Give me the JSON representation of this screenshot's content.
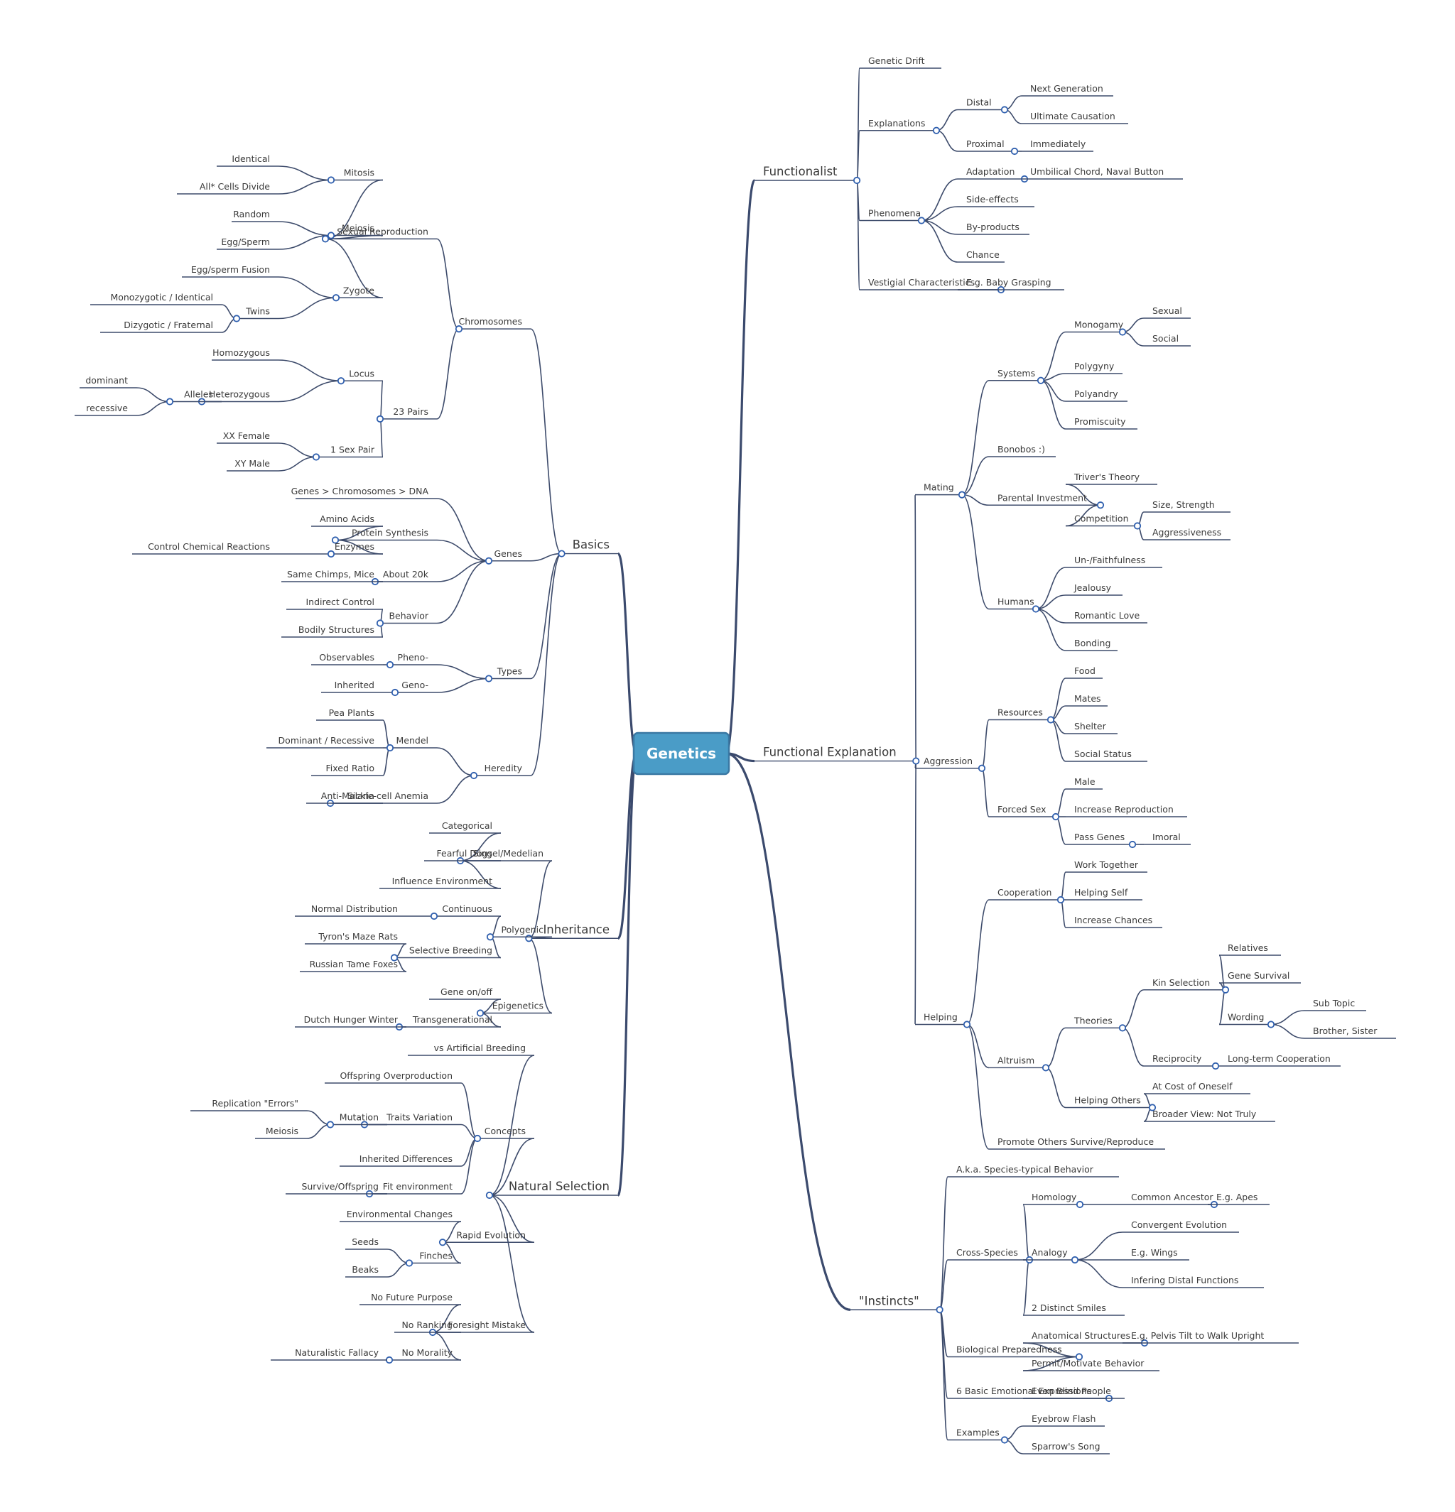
{
  "root": "Genetics",
  "colors": {
    "root_fill": "#4a9cc7",
    "line": "#3d4b6b",
    "dot": "#2f5fae"
  },
  "left": [
    {
      "label": "Basics",
      "children": [
        {
          "label": "Chromosomes",
          "children": [
            {
              "label": "Sexual Reproduction",
              "children": [
                {
                  "label": "Mitosis",
                  "children": [
                    {
                      "label": "Identical"
                    },
                    {
                      "label": "All* Cells Divide"
                    }
                  ]
                },
                {
                  "label": "Meiosis",
                  "children": [
                    {
                      "label": "Random"
                    },
                    {
                      "label": "Egg/Sperm"
                    }
                  ]
                },
                {
                  "label": "Zygote",
                  "children": [
                    {
                      "label": "Egg/sperm Fusion"
                    },
                    {
                      "label": "Twins",
                      "children": [
                        {
                          "label": "Monozygotic / Identical"
                        },
                        {
                          "label": "Dizygotic / Fraternal"
                        }
                      ]
                    }
                  ]
                }
              ]
            },
            {
              "label": "23 Pairs",
              "children": [
                {
                  "label": "Locus",
                  "children": [
                    {
                      "label": "Homozygous"
                    },
                    {
                      "label": "Heterozygous",
                      "children": [
                        {
                          "label": "Alleles",
                          "children": [
                            {
                              "label": "dominant"
                            },
                            {
                              "label": "recessive"
                            }
                          ]
                        }
                      ]
                    }
                  ]
                },
                {
                  "label": "1 Sex Pair",
                  "children": [
                    {
                      "label": "XX Female"
                    },
                    {
                      "label": "XY Male"
                    }
                  ]
                }
              ]
            }
          ]
        },
        {
          "label": "Genes",
          "children": [
            {
              "label": "Genes > Chromosomes > DNA"
            },
            {
              "label": "Protein Synthesis",
              "children": [
                {
                  "label": "Amino Acids"
                },
                {
                  "label": "Enzymes",
                  "children": [
                    {
                      "label": "Control Chemical Reactions"
                    }
                  ]
                }
              ]
            },
            {
              "label": "About 20k",
              "children": [
                {
                  "label": "Same Chimps, Mice"
                }
              ]
            },
            {
              "label": "Behavior",
              "children": [
                {
                  "label": "Indirect Control"
                },
                {
                  "label": "Bodily Structures"
                }
              ]
            }
          ]
        },
        {
          "label": "Types",
          "children": [
            {
              "label": "Pheno-",
              "children": [
                {
                  "label": "Observables"
                }
              ]
            },
            {
              "label": "Geno-",
              "children": [
                {
                  "label": "Inherited"
                }
              ]
            }
          ]
        },
        {
          "label": "Heredity",
          "children": [
            {
              "label": "Mendel",
              "children": [
                {
                  "label": "Pea Plants"
                },
                {
                  "label": "Dominant / Recessive"
                },
                {
                  "label": "Fixed Ratio"
                }
              ]
            },
            {
              "label": "Sickle-cell Anemia",
              "children": [
                {
                  "label": "Anti-Malaria"
                }
              ]
            }
          ]
        }
      ]
    },
    {
      "label": "Inheritance",
      "children": [
        {
          "label": "Singel/Medelian",
          "children": [
            {
              "label": "Categorical"
            },
            {
              "label": "Fearful Dogs"
            },
            {
              "label": "Influence Environment"
            }
          ]
        },
        {
          "label": "Polygenic",
          "children": [
            {
              "label": "Continuous",
              "children": [
                {
                  "label": "Normal Distribution"
                }
              ]
            },
            {
              "label": "Selective Breeding",
              "children": [
                {
                  "label": "Tyron's Maze Rats"
                },
                {
                  "label": "Russian Tame Foxes"
                }
              ]
            }
          ]
        },
        {
          "label": "Epigenetics",
          "children": [
            {
              "label": "Gene on/off"
            },
            {
              "label": "Transgenerational",
              "children": [
                {
                  "label": "Dutch Hunger Winter"
                }
              ]
            }
          ]
        }
      ]
    },
    {
      "label": "Natural Selection",
      "children": [
        {
          "label": "vs Artificial Breeding"
        },
        {
          "label": "Concepts",
          "children": [
            {
              "label": "Offspring Overproduction"
            },
            {
              "label": "Traits Variation",
              "children": [
                {
                  "label": "Mutation",
                  "children": [
                    {
                      "label": "Replication \"Errors\""
                    },
                    {
                      "label": "Meiosis"
                    }
                  ]
                }
              ]
            },
            {
              "label": "Inherited Differences"
            },
            {
              "label": "Fit environment",
              "children": [
                {
                  "label": "Survive/Offspring"
                }
              ]
            }
          ]
        },
        {
          "label": "Rapid Evolution",
          "children": [
            {
              "label": "Environmental Changes"
            },
            {
              "label": "Finches",
              "children": [
                {
                  "label": "Seeds"
                },
                {
                  "label": "Beaks"
                }
              ]
            }
          ]
        },
        {
          "label": "Foresight Mistake",
          "children": [
            {
              "label": "No Future Purpose"
            },
            {
              "label": "No Ranking"
            },
            {
              "label": "No Morality",
              "children": [
                {
                  "label": "Naturalistic Fallacy"
                }
              ]
            }
          ]
        }
      ]
    }
  ],
  "right": [
    {
      "label": "Functionalist",
      "children": [
        {
          "label": "Genetic Drift"
        },
        {
          "label": "Explanations",
          "children": [
            {
              "label": "Distal",
              "children": [
                {
                  "label": "Next Generation"
                },
                {
                  "label": "Ultimate Causation"
                }
              ]
            },
            {
              "label": "Proximal",
              "children": [
                {
                  "label": "Immediately"
                }
              ]
            }
          ]
        },
        {
          "label": "Phenomena",
          "children": [
            {
              "label": "Adaptation",
              "children": [
                {
                  "label": "Umbilical Chord, Naval Button"
                }
              ]
            },
            {
              "label": "Side-effects"
            },
            {
              "label": "By-products"
            },
            {
              "label": "Chance"
            }
          ]
        },
        {
          "label": "Vestigial Characteristics",
          "children": [
            {
              "label": "E.g. Baby Grasping"
            }
          ]
        }
      ]
    },
    {
      "label": "Functional Explanation",
      "children": [
        {
          "label": "Mating",
          "children": [
            {
              "label": "Systems",
              "children": [
                {
                  "label": "Monogamy",
                  "children": [
                    {
                      "label": "Sexual"
                    },
                    {
                      "label": "Social"
                    }
                  ]
                },
                {
                  "label": "Polygyny"
                },
                {
                  "label": "Polyandry"
                },
                {
                  "label": "Promiscuity"
                }
              ]
            },
            {
              "label": "Bonobos :)"
            },
            {
              "label": "Parental Investment",
              "children": [
                {
                  "label": "Triver's Theory"
                },
                {
                  "label": "Competition",
                  "children": [
                    {
                      "label": "Size, Strength"
                    },
                    {
                      "label": "Aggressiveness"
                    }
                  ]
                }
              ]
            },
            {
              "label": "Humans",
              "children": [
                {
                  "label": "Un-/Faithfulness"
                },
                {
                  "label": "Jealousy"
                },
                {
                  "label": "Romantic Love"
                },
                {
                  "label": "Bonding"
                }
              ]
            }
          ]
        },
        {
          "label": "Aggression",
          "children": [
            {
              "label": "Resources",
              "children": [
                {
                  "label": "Food"
                },
                {
                  "label": "Mates"
                },
                {
                  "label": "Shelter"
                },
                {
                  "label": "Social Status"
                }
              ]
            },
            {
              "label": "Forced Sex",
              "children": [
                {
                  "label": "Male"
                },
                {
                  "label": "Increase Reproduction"
                },
                {
                  "label": "Pass Genes",
                  "children": [
                    {
                      "label": "Imoral"
                    }
                  ]
                }
              ]
            }
          ]
        },
        {
          "label": "Helping",
          "children": [
            {
              "label": "Cooperation",
              "children": [
                {
                  "label": "Work Together"
                },
                {
                  "label": "Helping Self"
                },
                {
                  "label": "Increase Chances"
                }
              ]
            },
            {
              "label": "Altruism",
              "children": [
                {
                  "label": "Theories",
                  "children": [
                    {
                      "label": "Kin Selection",
                      "children": [
                        {
                          "label": "Relatives"
                        },
                        {
                          "label": "Gene Survival"
                        },
                        {
                          "label": "Wording",
                          "children": [
                            {
                              "label": "Sub Topic"
                            },
                            {
                              "label": "Brother, Sister"
                            }
                          ]
                        }
                      ]
                    },
                    {
                      "label": "Reciprocity",
                      "children": [
                        {
                          "label": "Long-term Cooperation"
                        }
                      ]
                    }
                  ]
                },
                {
                  "label": "Helping Others",
                  "children": [
                    {
                      "label": "At Cost of Oneself"
                    },
                    {
                      "label": "Broader View: Not Truly"
                    }
                  ]
                }
              ]
            },
            {
              "label": "Promote Others Survive/Reproduce"
            }
          ]
        }
      ]
    },
    {
      "label": "\"Instincts\"",
      "children": [
        {
          "label": "A.k.a. Species-typical Behavior"
        },
        {
          "label": "Cross-Species",
          "children": [
            {
              "label": "Homology",
              "children": [
                {
                  "label": "Common Ancestor",
                  "children": [
                    {
                      "label": "E.g. Apes"
                    }
                  ]
                }
              ]
            },
            {
              "label": "Analogy",
              "children": [
                {
                  "label": "Convergent Evolution"
                },
                {
                  "label": "E.g. Wings"
                },
                {
                  "label": "Infering Distal Functions"
                }
              ]
            },
            {
              "label": "2 Distinct Smiles"
            }
          ]
        },
        {
          "label": "Biological Preparedness",
          "children": [
            {
              "label": "Anatomical Structures",
              "children": [
                {
                  "label": "E.g. Pelvis Tilt to Walk Upright"
                }
              ]
            },
            {
              "label": "Permit/Motivate Behavior"
            }
          ]
        },
        {
          "label": "6 Basic Emotional Expressions",
          "children": [
            {
              "label": "Even Blind People"
            }
          ]
        },
        {
          "label": "Examples",
          "children": [
            {
              "label": "Eyebrow Flash"
            },
            {
              "label": "Sparrow's Song"
            }
          ]
        }
      ]
    }
  ]
}
